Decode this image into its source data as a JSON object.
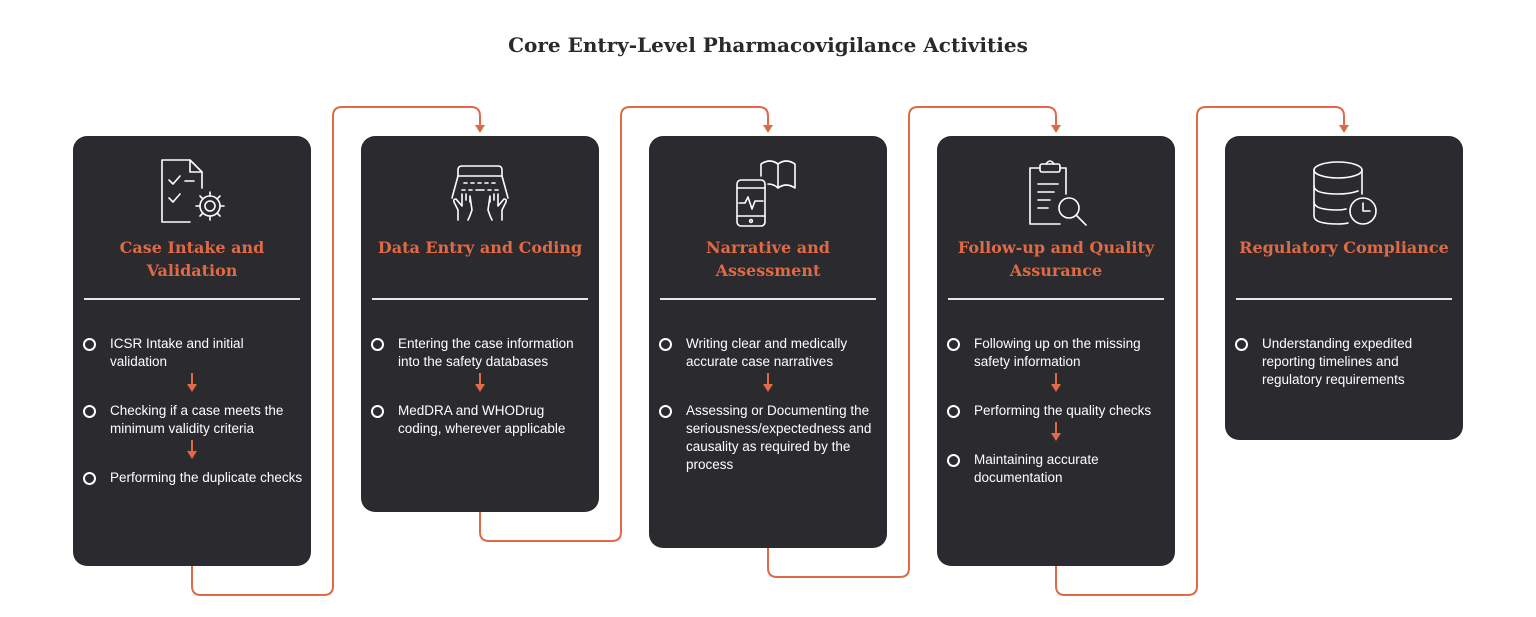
{
  "title": "Core Entry-Level Pharmacovigilance Activities",
  "colors": {
    "accent": "#e06a45",
    "card_bg": "#2b2a2e",
    "text": "#ffffff",
    "title": "#2a2a2e"
  },
  "steps": [
    {
      "icon": "checklist-gear-icon",
      "heading": "Case Intake and Validation",
      "items": [
        "ICSR Intake and initial validation",
        "Checking if a case meets the minimum validity criteria",
        "Performing the duplicate checks"
      ]
    },
    {
      "icon": "keyboard-hands-icon",
      "heading": "Data Entry and Coding",
      "items": [
        "Entering the case information into the safety databases",
        "MedDRA and WHODrug coding, wherever applicable"
      ]
    },
    {
      "icon": "mobile-book-icon",
      "heading": "Narrative and Assessment",
      "items": [
        "Writing clear and medically accurate case narratives",
        "Assessing or Documenting the seriousness/expectedness and causality as required by the process"
      ]
    },
    {
      "icon": "clipboard-search-icon",
      "heading": "Follow-up and Quality Assurance",
      "items": [
        "Following up on the missing safety information",
        "Performing the quality checks",
        "Maintaining accurate documentation"
      ]
    },
    {
      "icon": "database-clock-icon",
      "heading": "Regulatory Compliance",
      "items": [
        "Understanding expedited reporting timelines and regulatory requirements"
      ]
    }
  ]
}
